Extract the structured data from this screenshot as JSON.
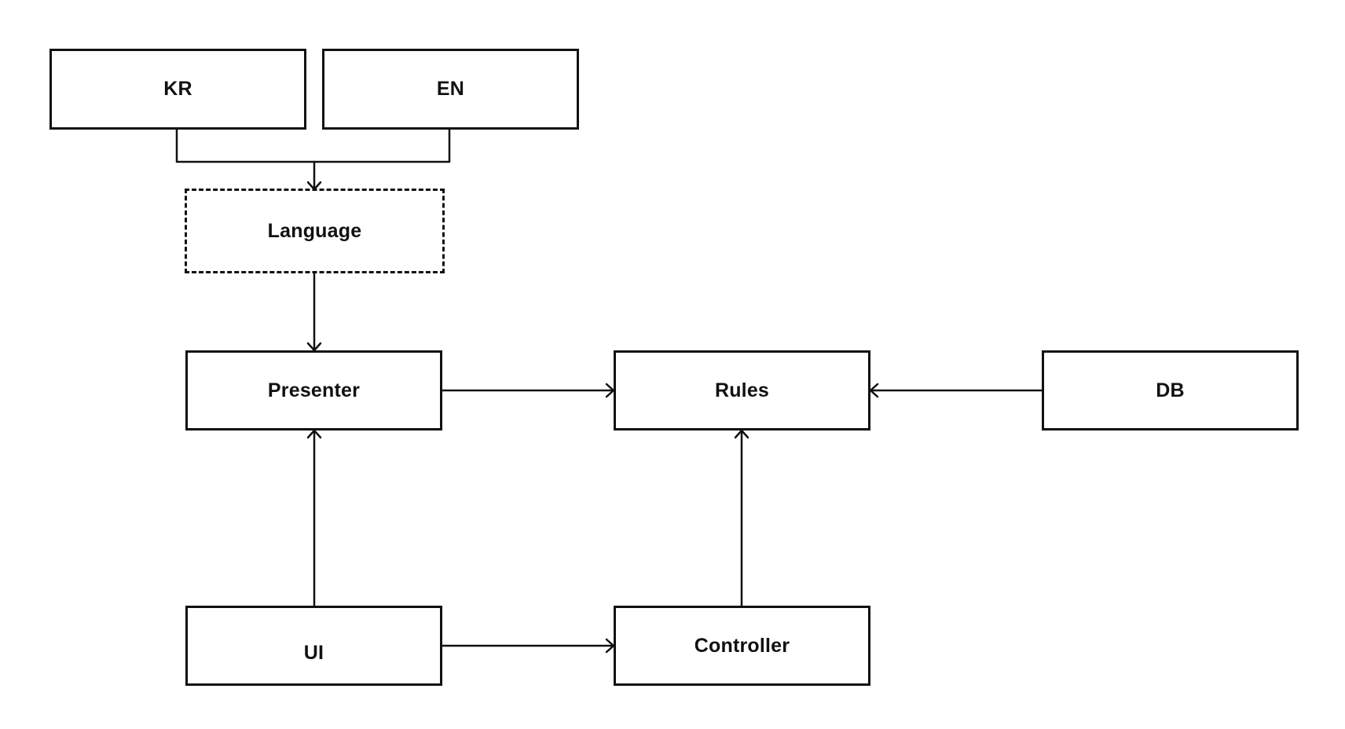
{
  "nodes": {
    "kr": {
      "label": "KR"
    },
    "en": {
      "label": "EN"
    },
    "language": {
      "label": "Language"
    },
    "presenter": {
      "label": "Presenter"
    },
    "rules": {
      "label": "Rules"
    },
    "db": {
      "label": "DB"
    },
    "ui": {
      "label": "UI"
    },
    "controller": {
      "label": "Controller"
    }
  },
  "edges": [
    {
      "from": "KR",
      "to": "Language"
    },
    {
      "from": "EN",
      "to": "Language"
    },
    {
      "from": "Language",
      "to": "Presenter"
    },
    {
      "from": "Presenter",
      "to": "Rules"
    },
    {
      "from": "DB",
      "to": "Rules"
    },
    {
      "from": "UI",
      "to": "Presenter"
    },
    {
      "from": "UI",
      "to": "Controller"
    },
    {
      "from": "Controller",
      "to": "Rules"
    }
  ],
  "colors": {
    "stroke": "#111111",
    "background": "#ffffff"
  }
}
